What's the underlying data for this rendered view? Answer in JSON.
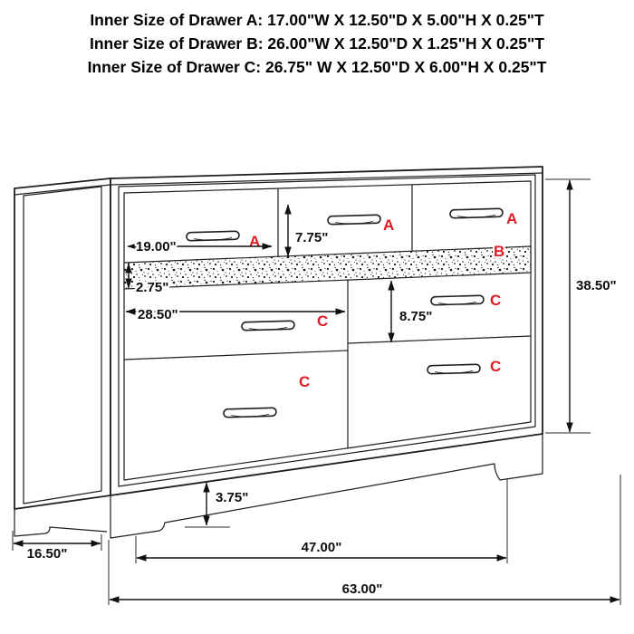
{
  "header": {
    "lines": [
      "Inner Size of Drawer A: 17.00\"W X 12.50\"D X 5.00\"H X 0.25\"T",
      "Inner Size of Drawer B: 26.00\"W X 12.50\"D X 1.25\"H X 0.25\"T",
      "Inner Size of Drawer C: 26.75\" W X 12.50\"D X 6.00\"H X 0.25\"T"
    ]
  },
  "diagram": {
    "drawer_letters": {
      "a_top_left": "A",
      "a_top_middle": "A",
      "a_top_right": "A",
      "b_jewelry": "B",
      "c_left_upper": "C",
      "c_left_lower": "C",
      "c_right_upper": "C",
      "c_right_lower": "C"
    },
    "dimensions": {
      "top_drawer_width": "19.00\"",
      "top_drawer_height": "7.75\"",
      "jewelry_drawer_height": "2.75\"",
      "left_drawer_width": "28.50\"",
      "right_drawer_height": "8.75\"",
      "overall_height": "38.50\"",
      "base_height": "3.75\"",
      "overall_depth": "16.50\"",
      "leg_span_width": "47.00\"",
      "overall_width": "63.00\""
    },
    "colors": {
      "label_red": "#e01b24",
      "line": "#1f1f1f",
      "background": "#ffffff"
    }
  }
}
